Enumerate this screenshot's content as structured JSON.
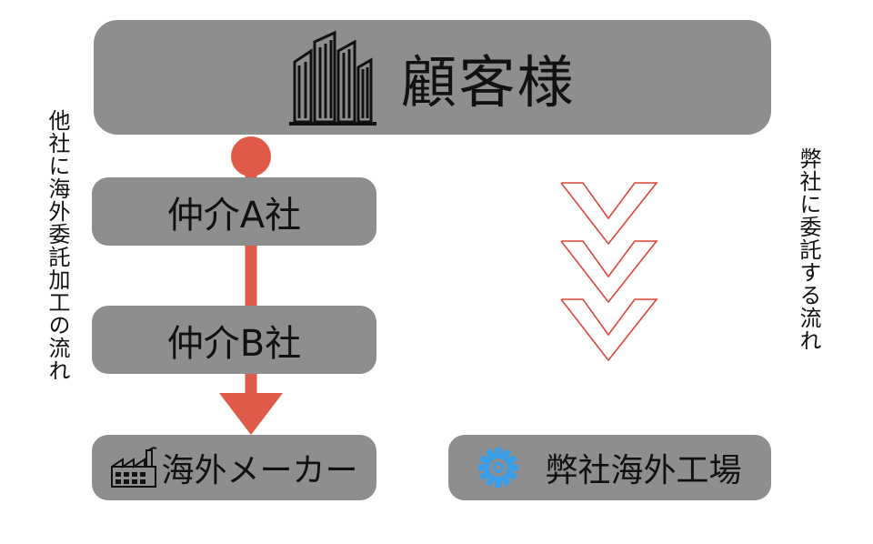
{
  "customer": {
    "label": "顧客様",
    "icon": "office-buildings-icon"
  },
  "agency_a": {
    "label": "仲介A社"
  },
  "agency_b": {
    "label": "仲介B社"
  },
  "overseas_maker": {
    "label": "海外メーカー",
    "icon": "factory-icon"
  },
  "own_factory": {
    "label": "弊社海外工場",
    "icon": "gear-icon"
  },
  "left_caption": "他社に海外委託加工の流れ",
  "right_caption": "弊社に委託する流れ",
  "colors": {
    "box_fill": "#8e8e8e",
    "flow_arrow": "#e05a4a",
    "chevron_stroke": "#e0453a",
    "gear": "#3a9ee8"
  }
}
